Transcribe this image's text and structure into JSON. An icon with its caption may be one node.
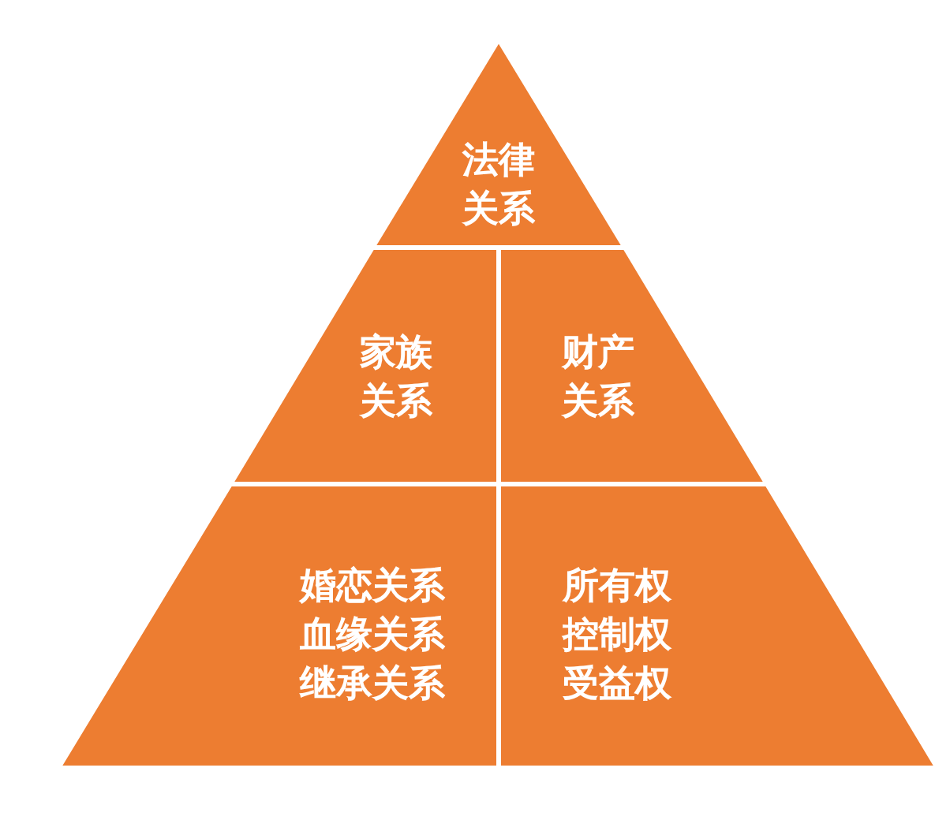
{
  "diagram": {
    "nodes": [
      {
        "text": [
          "法律关系"
        ]
      },
      {
        "text": [
          "家族关系"
        ]
      },
      {
        "text": [
          "财产关系"
        ]
      },
      {
        "text": [
          "婚恋关系",
          "血缘关系",
          "继承关系"
        ]
      },
      {
        "text": [
          "所有权",
          "控制权",
          "受益权"
        ]
      }
    ],
    "edges": []
  }
}
